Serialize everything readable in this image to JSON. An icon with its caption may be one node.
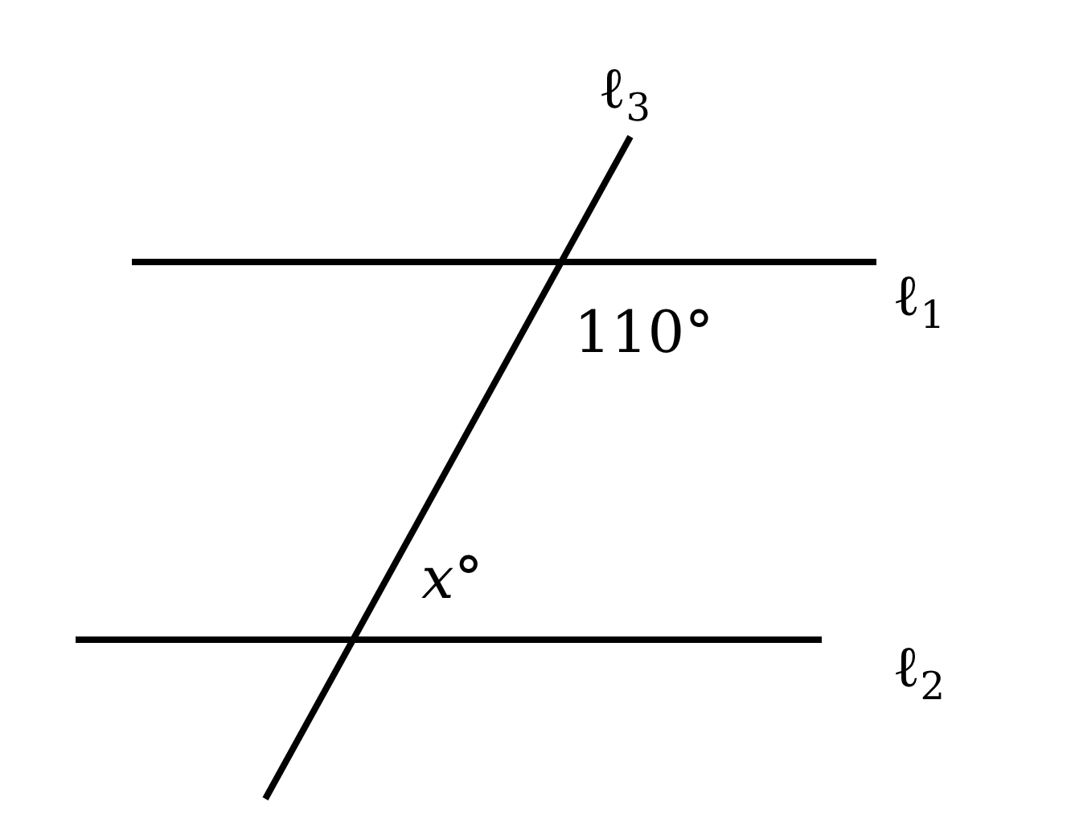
{
  "diagram": {
    "labels": [
      "ℓ$_{3}$",
      "ℓ$_{1}$",
      "110°",
      "*x*°",
      "ℓ$_{2}$"
    ]
  }
}
